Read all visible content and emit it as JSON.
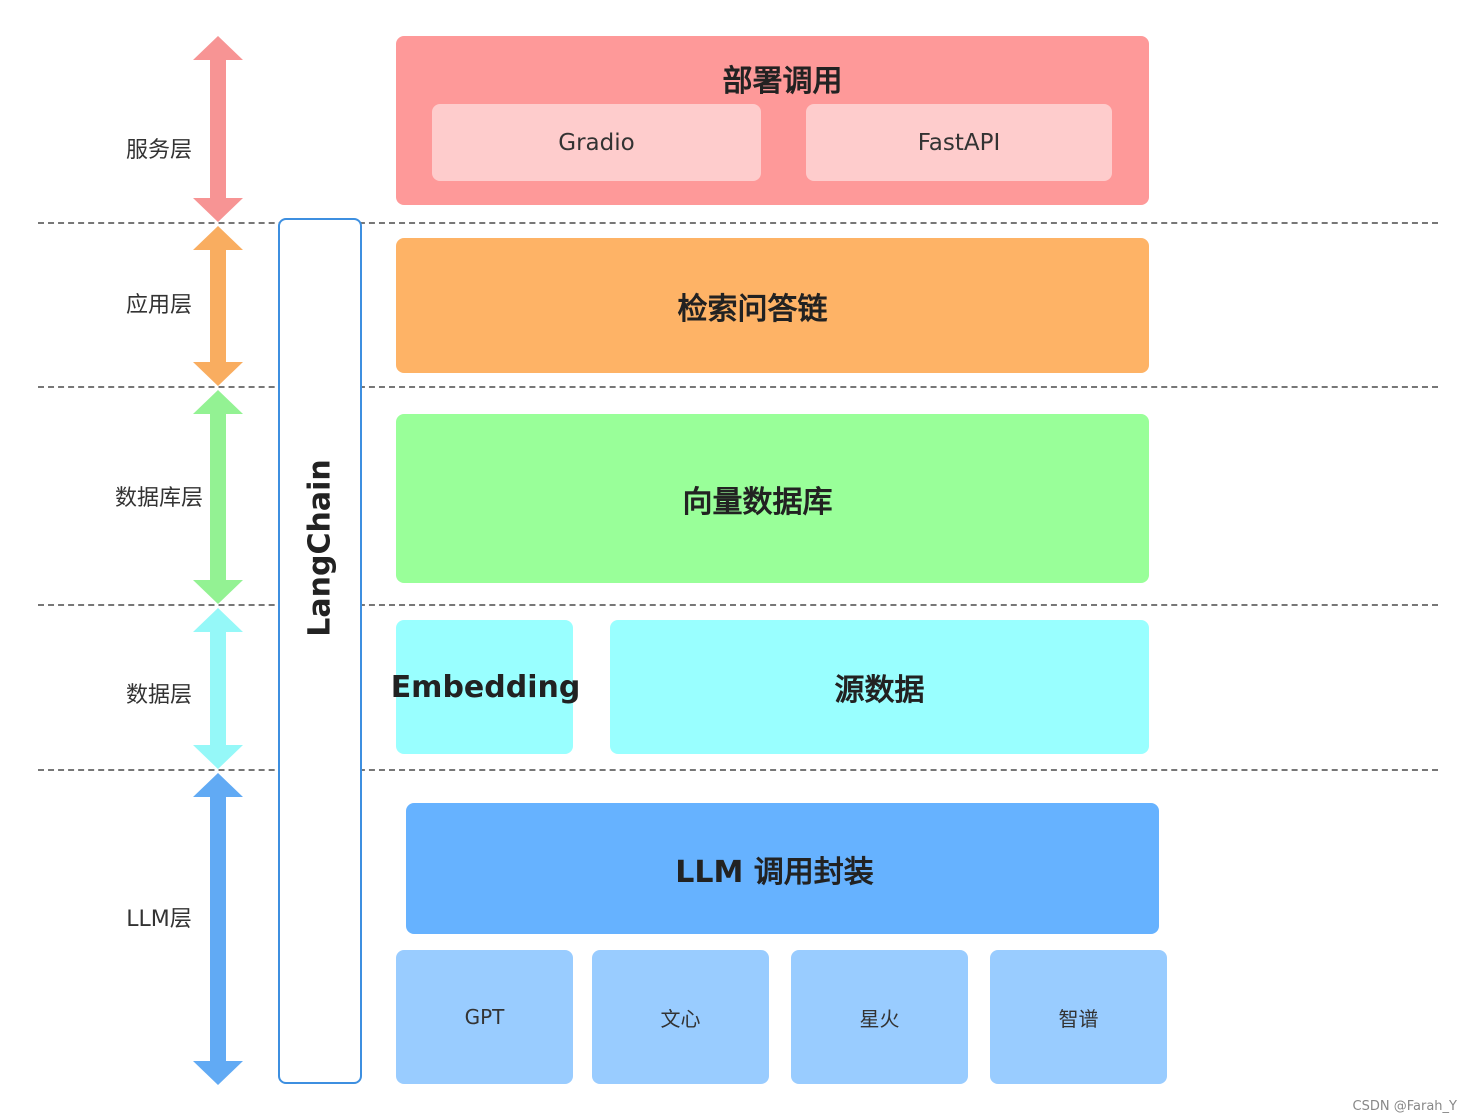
{
  "layers": [
    {
      "label": "服务层",
      "color": "#f79494"
    },
    {
      "label": "应用层",
      "color": "#f9ad60"
    },
    {
      "label": "数据库层",
      "color": "#93f293"
    },
    {
      "label": "数据层",
      "color": "#95f8f8"
    },
    {
      "label": "LLM层",
      "color": "#61aaf4"
    }
  ],
  "framework": {
    "label": "LangChain",
    "border_color": "#3d8fe0"
  },
  "service": {
    "title": "部署调用",
    "items": [
      "Gradio",
      "FastAPI"
    ],
    "color": "#fe9999",
    "item_color": "#fecccc"
  },
  "application": {
    "title": "检索问答链",
    "color": "#feb366"
  },
  "database": {
    "title": "向量数据库",
    "color": "#99ff99"
  },
  "data": {
    "embedding": "Embedding",
    "source": "源数据",
    "color": "#99ffff"
  },
  "llm": {
    "title": "LLM 调用封装",
    "models": [
      "GPT",
      "文心",
      "星火",
      "智谱"
    ],
    "color": "#66b2ff",
    "model_color": "#99ccff"
  },
  "watermark": "CSDN @Farah_Y"
}
